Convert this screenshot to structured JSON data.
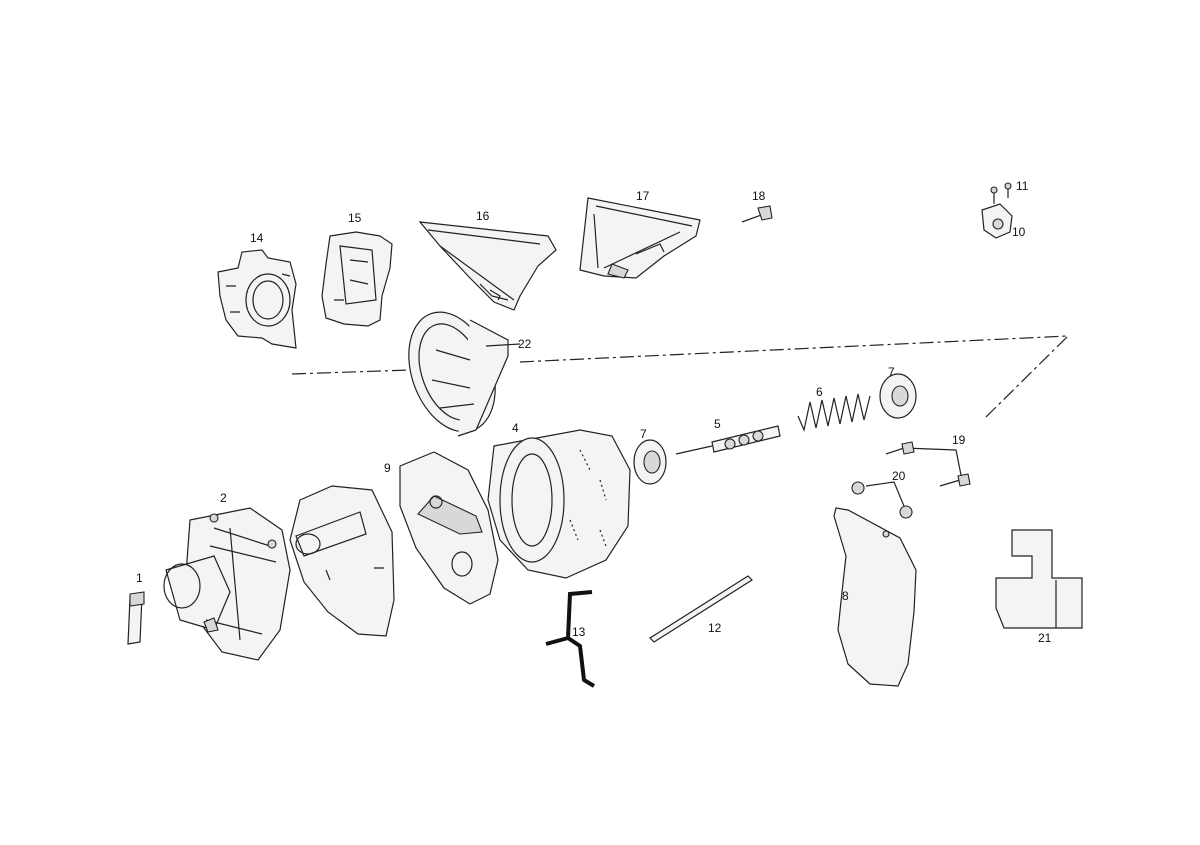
{
  "diagram": {
    "parts": [
      {
        "id": "p1",
        "label": "1"
      },
      {
        "id": "p2",
        "label": "2"
      },
      {
        "id": "p4",
        "label": "4"
      },
      {
        "id": "p5",
        "label": "5"
      },
      {
        "id": "p6",
        "label": "6"
      },
      {
        "id": "p7a",
        "label": "7"
      },
      {
        "id": "p7b",
        "label": "7"
      },
      {
        "id": "p8",
        "label": "8"
      },
      {
        "id": "p9",
        "label": "9"
      },
      {
        "id": "p10",
        "label": "10"
      },
      {
        "id": "p11",
        "label": "11"
      },
      {
        "id": "p12",
        "label": "12"
      },
      {
        "id": "p13",
        "label": "13"
      },
      {
        "id": "p14",
        "label": "14"
      },
      {
        "id": "p15",
        "label": "15"
      },
      {
        "id": "p16",
        "label": "16"
      },
      {
        "id": "p17",
        "label": "17"
      },
      {
        "id": "p18",
        "label": "18"
      },
      {
        "id": "p19",
        "label": "19"
      },
      {
        "id": "p20",
        "label": "20"
      },
      {
        "id": "p21",
        "label": "21"
      },
      {
        "id": "p22",
        "label": "22"
      }
    ]
  }
}
